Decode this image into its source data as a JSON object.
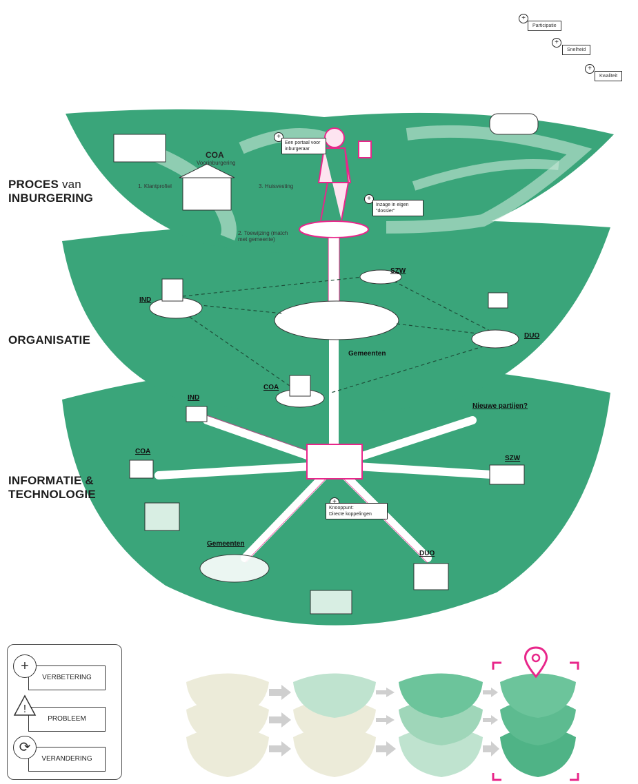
{
  "layers": {
    "process": {
      "title": "PROCES",
      "title_suffix": "van",
      "title_line2": "INBURGERING"
    },
    "organisation": {
      "title": "ORGANISATIE"
    },
    "technology": {
      "title": "INFORMATIE &",
      "title_line2": "TECHNOLOGIE"
    }
  },
  "criteria": [
    "Participatie",
    "Snelheid",
    "Kwaliteit"
  ],
  "process_labels": {
    "coa": "COA",
    "coa_sub": "Voorinburgering",
    "step1": "1. Klantprofiel",
    "step2": "2. Toewijzing (match met gemeente)",
    "step3": "3. Huisvesting",
    "portal_note": "Een portaal voor inburgeraar",
    "dossier_note": "Inzage in eigen \"dossier\""
  },
  "organisation_labels": {
    "ind": "IND",
    "szw": "SZW",
    "duo": "DUO",
    "coa": "COA",
    "gemeenten": "Gemeenten"
  },
  "technology_labels": {
    "ind": "IND",
    "coa": "COA",
    "szw": "SZW",
    "duo": "DUO",
    "gemeenten": "Gemeenten",
    "nieuwe": "Nieuwe partijen?",
    "knooppunt": "Knooppunt:",
    "knooppunt_sub": "Directe koppelingen"
  },
  "legend": {
    "verbetering": "VERBETERING",
    "probleem": "PROBLEEM",
    "verandering": "VERANDERING"
  },
  "colors": {
    "green": "#3aa57a",
    "green_dark": "#2d8c65",
    "pink": "#e8268a",
    "beige": "#ecebd9",
    "mint": "#bfe3cf"
  },
  "icons": {
    "plus": "plus-icon",
    "warning": "warning-icon",
    "cycle": "cycle-icon",
    "pin": "location-pin-icon"
  }
}
